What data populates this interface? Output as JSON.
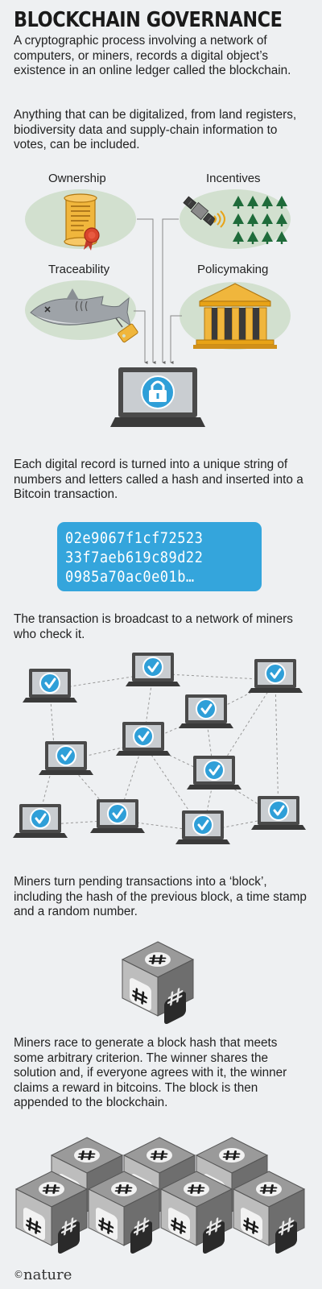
{
  "title": "BLOCKCHAIN GOVERNANCE",
  "intro": [
    "A cryptographic process involving a network of computers, or miners, records a digital object’s existence in an online ledger called the blockchain.",
    "Anything that can be digitalized, from land registers, biodiversity data and supply-chain information to votes, can be included."
  ],
  "uses": {
    "ownership": "Ownership",
    "incentives": "Incentives",
    "traceability": "Traceability",
    "policymaking": "Policymaking"
  },
  "steps": {
    "hash_text": "Each digital record is turned into a unique string of numbers and letters called a hash and inserted into a Bitcoin transaction.",
    "broadcast_text": "The transaction is broadcast to a network of miners who check it.",
    "block_text": "Miners turn pending transactions into a ‘block’, including the hash of the previous block, a time stamp and a random number.",
    "race_text": "Miners race to generate a block hash that meets some arbitrary criterion. The winner shares the solution and, if everyone agrees with it, the winner claims a reward in bitcoins. The block is then appended to the blockchain."
  },
  "hash": [
    "02e9067f1cf72523",
    "33f7aeb619c89d22",
    "0985a70ac0e01b…"
  ],
  "logo": {
    "symbol": "©",
    "text": "nature"
  },
  "colors": {
    "background": "#eef0f2",
    "accent_blue": "#34a5dc",
    "oval_green": "#d2e0cf",
    "tree_green": "#1f6b3a",
    "gold": "#e8a317",
    "laptop_gray": "#4a4a4a"
  },
  "icons": [
    "scroll-certificate-icon",
    "satellite-forest-icon",
    "tagged-fish-icon",
    "columned-building-icon",
    "padlock-laptop-icon",
    "checkmark-laptop-icon",
    "hash-block-icon"
  ]
}
